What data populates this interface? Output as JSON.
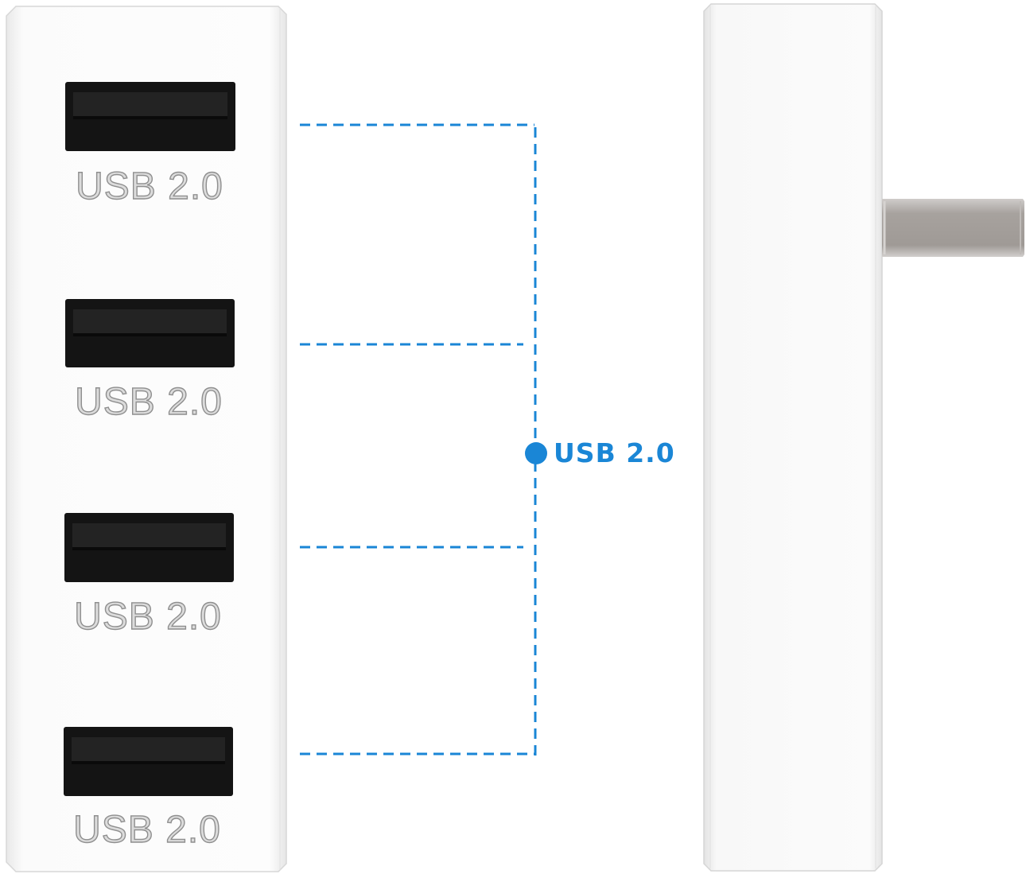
{
  "hub": {
    "ports": [
      {
        "label": "USB 2.0"
      },
      {
        "label": "USB 2.0"
      },
      {
        "label": "USB 2.0"
      },
      {
        "label": "USB 2.0"
      }
    ]
  },
  "callout": {
    "label": "USB 2.0",
    "color": "#1a86d6"
  },
  "colors": {
    "housing": "#fbfbfb",
    "port": "#141414",
    "connector": "#a8a39f"
  }
}
